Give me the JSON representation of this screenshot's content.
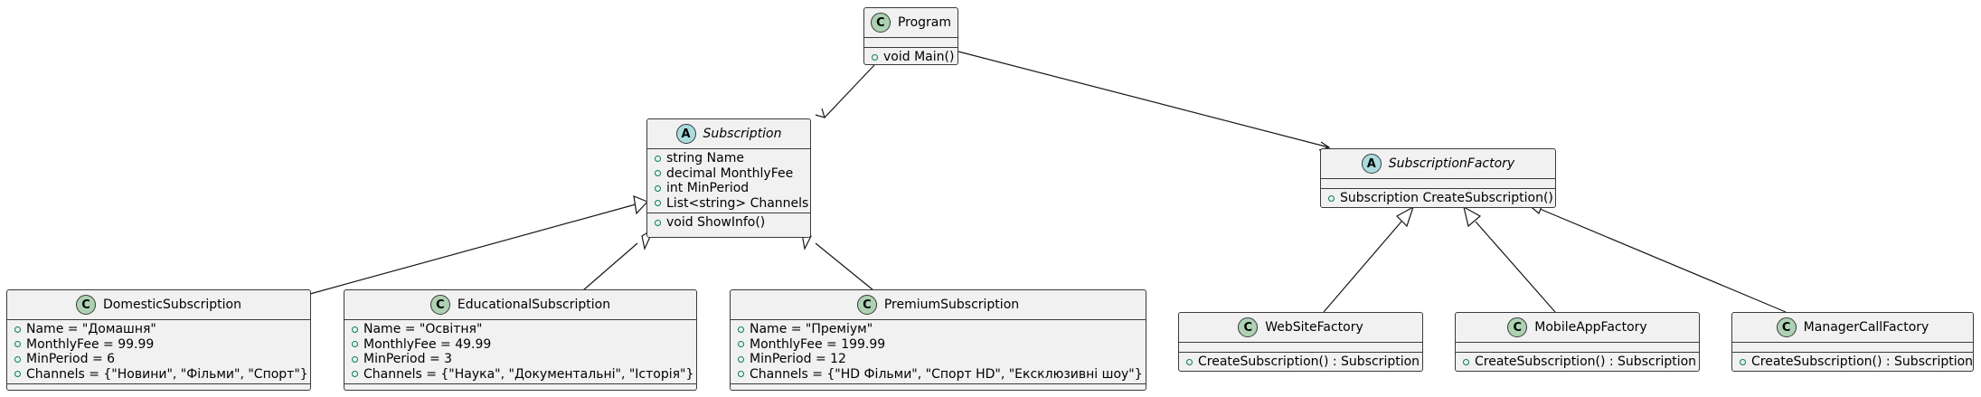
{
  "classes": {
    "program": {
      "type": "C",
      "name": "Program",
      "abstract": false,
      "fields": [],
      "methods": [
        "void Main()"
      ]
    },
    "subscription": {
      "type": "A",
      "name": "Subscription",
      "abstract": true,
      "fields": [
        "string Name",
        "decimal MonthlyFee",
        "int MinPeriod",
        "List<string> Channels"
      ],
      "methods": [
        "void ShowInfo()"
      ]
    },
    "subscription_factory": {
      "type": "A",
      "name": "SubscriptionFactory",
      "abstract": true,
      "fields": [],
      "methods": [
        "Subscription CreateSubscription()"
      ]
    },
    "domestic": {
      "type": "C",
      "name": "DomesticSubscription",
      "abstract": false,
      "fields": [
        "Name = \"Домашня\"",
        "MonthlyFee = 99.99",
        "MinPeriod = 6",
        "Channels = {\"Новини\", \"Фільми\", \"Спорт\"}"
      ],
      "methods": []
    },
    "educational": {
      "type": "C",
      "name": "EducationalSubscription",
      "abstract": false,
      "fields": [
        "Name = \"Освітня\"",
        "MonthlyFee = 49.99",
        "MinPeriod = 3",
        "Channels = {\"Наука\", \"Документальні\", \"Історія\"}"
      ],
      "methods": []
    },
    "premium": {
      "type": "C",
      "name": "PremiumSubscription",
      "abstract": false,
      "fields": [
        "Name = \"Преміум\"",
        "MonthlyFee = 199.99",
        "MinPeriod = 12",
        "Channels = {\"HD Фільми\", \"Спорт HD\", \"Ексклюзивні шоу\"}"
      ],
      "methods": []
    },
    "website_factory": {
      "type": "C",
      "name": "WebSiteFactory",
      "abstract": false,
      "fields": [],
      "methods": [
        "CreateSubscription() : Subscription"
      ]
    },
    "mobileapp_factory": {
      "type": "C",
      "name": "MobileAppFactory",
      "abstract": false,
      "fields": [],
      "methods": [
        "CreateSubscription() : Subscription"
      ]
    },
    "managercall_factory": {
      "type": "C",
      "name": "ManagerCallFactory",
      "abstract": false,
      "fields": [],
      "methods": [
        "CreateSubscription() : Subscription"
      ]
    }
  },
  "colors": {
    "class_badge": "#add1b2",
    "abstract_badge": "#a9dcdf",
    "box_fill": "#f1f1f1",
    "line": "#181818",
    "visibility": "#038048"
  }
}
